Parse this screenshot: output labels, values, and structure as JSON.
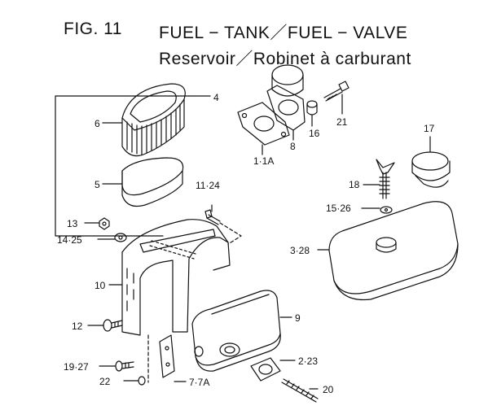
{
  "header": {
    "fig_label": "FIG. 11",
    "title_line1": "FUEL − TANK／FUEL − VALVE",
    "title_line2": "Reservoir／Robinet  à  carburant"
  },
  "callouts": {
    "c4": "4",
    "c6": "6",
    "c5": "5",
    "c1_1a": "1·1A",
    "c8": "8",
    "c16": "16",
    "c21": "21",
    "c17": "17",
    "c18": "18",
    "c15_26": "15·26",
    "c3_28": "3·28",
    "c11_24": "11·24",
    "c13": "13",
    "c14_25": "14·25",
    "c10": "10",
    "c12": "12",
    "c9": "9",
    "c2_23": "2·23",
    "c19_27": "19·27",
    "c22": "22",
    "c7_7a": "7·7A",
    "c20": "20"
  }
}
